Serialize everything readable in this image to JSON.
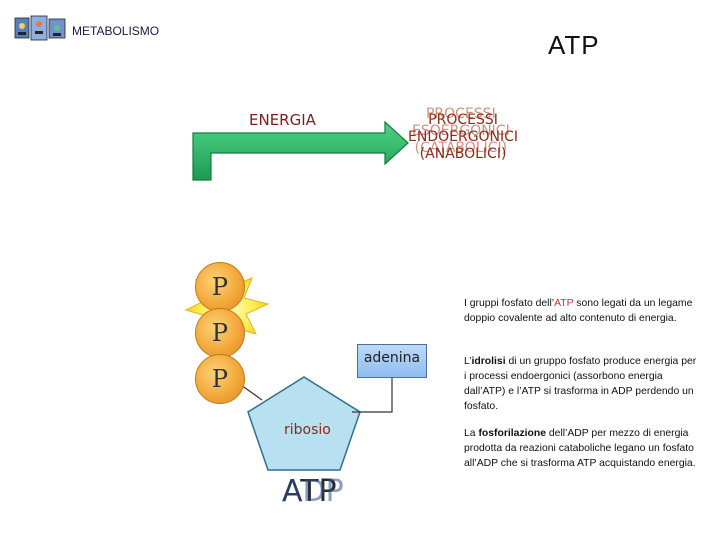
{
  "header": {
    "logo_icon": "metabolism-logo-icon",
    "title": "METABOLISMO"
  },
  "main_title": "ATP",
  "energy_label": "ENERGIA",
  "process_label_front": [
    "PROCESSI",
    "ENDOERGONICI",
    "(ANABOLICI)"
  ],
  "process_label_back": [
    "PROCESSI",
    "ESOERGONICI",
    "(CATABOLICI)"
  ],
  "phosphates": [
    "P",
    "P",
    "P"
  ],
  "adenina_label": "adenina",
  "ribosio_label": "ribosio",
  "molecule_front": "ATP",
  "molecule_back": "ADP",
  "paragraphs": {
    "p1": {
      "pre": "I gruppi fosfato dell’",
      "highlight": "ATP",
      "post": " sono legati da un legame doppio covalente ad alto contenuto di energia."
    },
    "p2": {
      "pre": "L’",
      "bold": "idrolisi",
      "post": " di un gruppo fosfato produce energia per i processi endoergonici (assorbono energia dall’ATP) e l’ATP si trasforma in ADP perdendo un fosfato."
    },
    "p3": {
      "pre": "La ",
      "bold": "fosforilazione",
      "post": " dell’ADP per mezzo di energia prodotta da reazioni cataboliche legano un fosfato all’ADP che si trasforma ATP acquistando energia."
    }
  },
  "colors": {
    "arrow_green": "#2fb569",
    "burst_yellow": "#ffe84a",
    "ribose_fill": "#b8e0f0",
    "phosphate_orange": "#f3a83a",
    "adenine_blue": "#9cc6f2",
    "text_red": "#c0392b"
  }
}
